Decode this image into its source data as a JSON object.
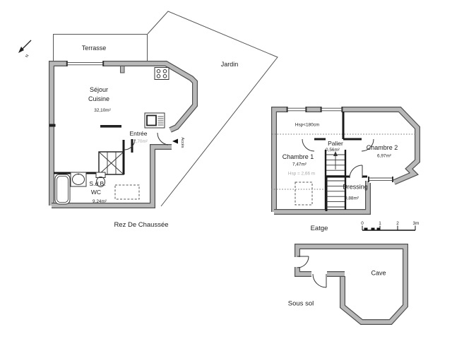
{
  "ground_floor": {
    "title": "Rez De Chaussée",
    "compass_label": "N",
    "terrace_label": "Terrasse",
    "garden_label": "Jardin",
    "living_label_line1": "Séjour",
    "living_label_line2": "Cuisine",
    "living_area": "32,10m²",
    "entry_label": "Entrée",
    "entry_area": "2,70m²",
    "bath_label_line1": "S.d.B.",
    "bath_label_line2": "WC",
    "bath_area": "9,24m²",
    "access_label": "Accès"
  },
  "upper_floor": {
    "title": "Eatge",
    "low_ceiling_note": "Hsp<180cm",
    "bedroom1_label": "Chambre 1",
    "bedroom1_area": "7,47m²",
    "bedroom1_height_note": "Hsp = 2,66 m",
    "landing_label": "Palier",
    "landing_area": "0,56m²",
    "bedroom2_label": "Chambre 2",
    "bedroom2_area": "6,97m²",
    "dressing_label": "Dressing",
    "dressing_area": "0,88m²"
  },
  "basement": {
    "title": "Sous sol",
    "cellar_label": "Cave"
  },
  "scale_bar": {
    "tick0": "0",
    "tick1": "1",
    "tick2": "2",
    "tick3": "3m"
  },
  "colors": {
    "wall_fill": "#b8b8b8",
    "wall_edge": "#4f4f4f",
    "text": "#1c1c1c",
    "faint_text": "#a9a9a9"
  }
}
